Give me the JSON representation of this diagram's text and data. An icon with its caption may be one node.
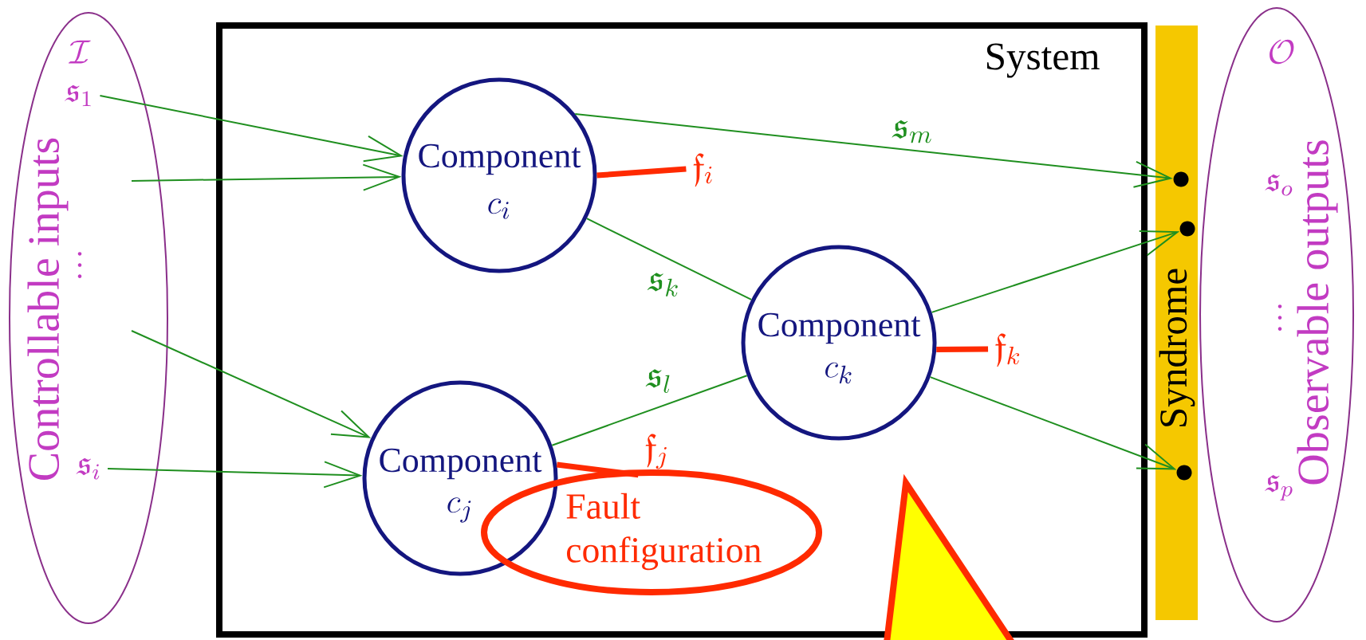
{
  "diagram": {
    "nodes": [
      {
        "text": [
          "\\mathcal{I}",
          "Controllable inputs",
          "\\vdots"
        ]
      },
      {
        "text": [
          "\\mathfrak{s}_1"
        ],
        "in": 0
      },
      {
        "text": [
          "\\mathfrak{s}_i"
        ],
        "in": 0
      },
      {
        "text": [
          "System"
        ]
      },
      {
        "text": [
          "Component",
          "c_i"
        ],
        "in": 3
      },
      {
        "text": [
          "Component",
          "c_j"
        ],
        "in": 3
      },
      {
        "text": [
          "Component",
          "c_k"
        ],
        "in": 3
      },
      {
        "text": [
          "\\mathfrak{f}_i"
        ],
        "in": 3
      },
      {
        "text": [
          "\\mathfrak{f}_j"
        ],
        "in": 3
      },
      {
        "text": [
          "\\mathfrak{f}_k"
        ],
        "in": 3
      },
      {
        "text": [
          "Fault configuration"
        ],
        "in": 3
      },
      {
        "text": [
          "Syndrome"
        ]
      },
      {
        "text": [],
        "shape": "circle",
        "in": 11
      },
      {
        "text": [],
        "shape": "circle",
        "in": 11
      },
      {
        "text": [],
        "shape": "circle",
        "in": 11
      },
      {
        "text": [
          "\\mathcal{O}",
          "\\mathfrak{s}_o",
          "\\vdots",
          "\\mathfrak{s}_p",
          "Observable outputs"
        ]
      }
    ],
    "edges": [
      {
        "from": 1,
        "to": 4,
        "arrow": "to"
      },
      {
        "from": 0,
        "to": 4,
        "arrow": "to"
      },
      {
        "from": 0,
        "to": 5,
        "arrow": "to"
      },
      {
        "from": 2,
        "to": 5,
        "arrow": "to"
      },
      {
        "from": 4,
        "to": 12,
        "arrow": "to",
        "label": "\\mathfrak{s}_m"
      },
      {
        "from": 4,
        "to": 6,
        "arrow": "none",
        "label": "\\mathfrak{s}_k"
      },
      {
        "from": 5,
        "to": 6,
        "arrow": "none",
        "label": "\\mathfrak{s}_l"
      },
      {
        "from": 6,
        "to": 13,
        "arrow": "to"
      },
      {
        "from": 6,
        "to": 14,
        "arrow": "to"
      },
      {
        "from": 4,
        "to": 7,
        "arrow": "none",
        "style": "thick",
        "color": "#ff2a00"
      },
      {
        "from": 5,
        "to": 8,
        "arrow": "none",
        "style": "thick",
        "color": "#ff2a00"
      },
      {
        "from": 6,
        "to": 9,
        "arrow": "none",
        "style": "thick",
        "color": "#ff2a00"
      }
    ]
  }
}
